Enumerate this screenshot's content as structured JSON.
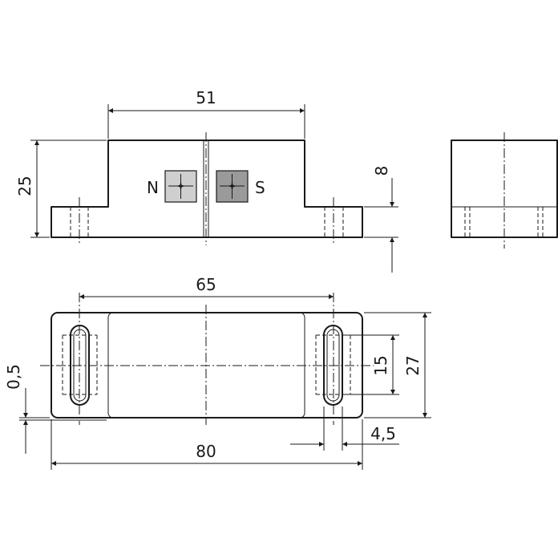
{
  "dimensions": {
    "top_width": "51",
    "height_total": "25",
    "base_thickness": "8",
    "hole_spacing": "65",
    "width": "27",
    "slot_length": "15",
    "offset": "0,5",
    "overall_length": "80",
    "slot_width": "4,5"
  },
  "poles": {
    "north": "N",
    "south": "S",
    "north_color": "#cfcfcf",
    "south_color": "#9a9a9a"
  }
}
